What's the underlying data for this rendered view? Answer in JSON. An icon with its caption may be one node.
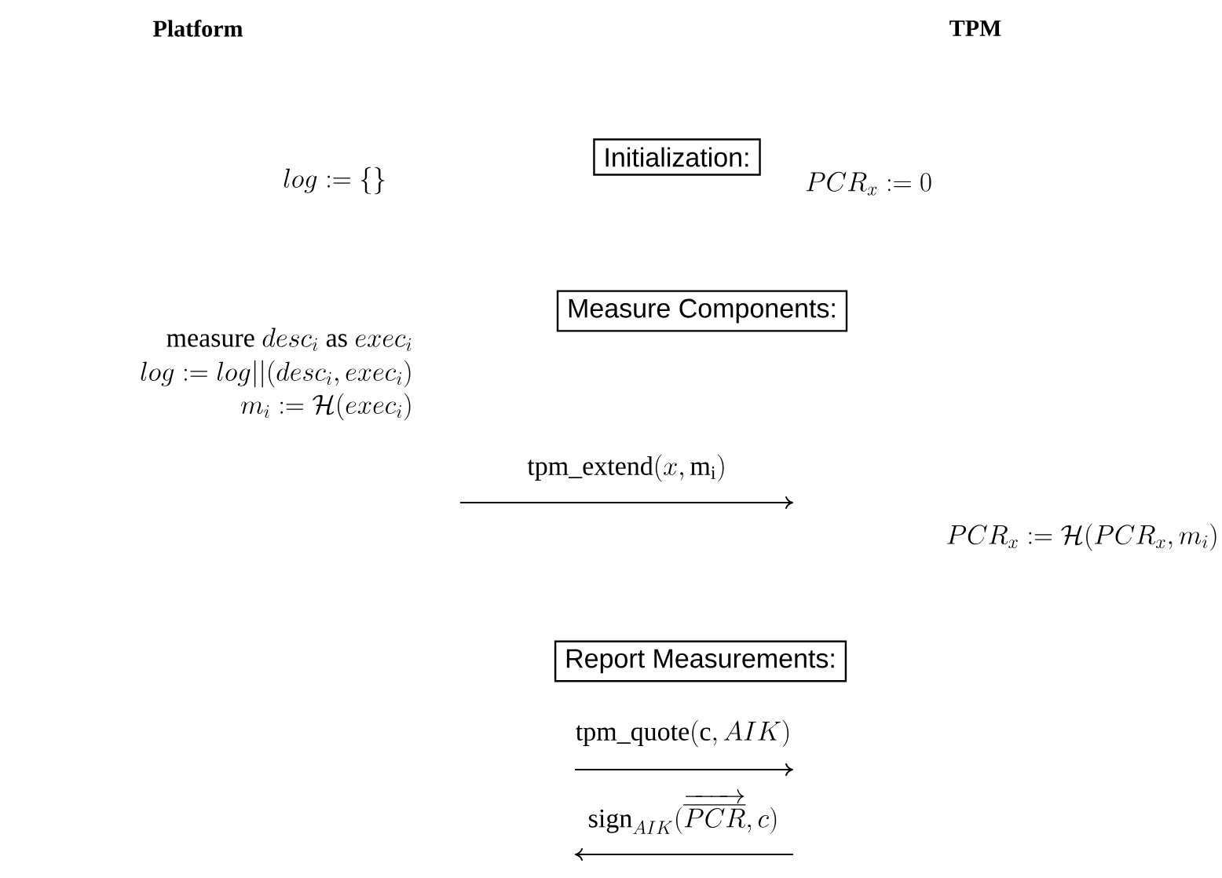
{
  "diagram": {
    "nodes": [
      {
        "text": [
          "Initialization:"
        ]
      },
      {
        "text": [
          "Measure Components:"
        ]
      },
      {
        "text": [
          "Report Measurements:"
        ]
      }
    ],
    "labels": [
      "Platform",
      "TPM",
      "log := \\{\\}",
      "PCR_x := 0",
      "\\text{measure } desc_i \\text{ as } exec_i",
      "log := log || (desc_i, exec_i)",
      "m_i := \\mathcal{H}(exec_i)",
      "\\mathrm{tpm\\_extend}(x, \\mathrm{m_i})",
      "PCR_x := \\mathcal{H}(PCR_x, m_i)",
      "\\mathrm{tpm\\_quote}(\\mathrm{c}, AIK)",
      "\\mathrm{sign}_{AIK}(\\overrightarrow{\\overline{PCR}}, c)"
    ]
  }
}
